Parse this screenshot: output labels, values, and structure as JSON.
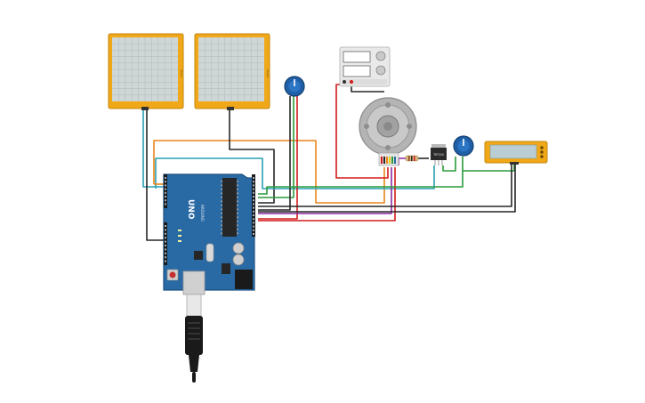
{
  "board": {
    "brand": "UNO",
    "maker": "ARDUINO"
  },
  "scopes": {
    "scope_1_label": "Scope",
    "scope_2_label": "Scope"
  },
  "driver": {
    "label": "TIP120"
  },
  "colors": {
    "scope_frame": "#f0a818",
    "scope_screen": "#cfd6d6",
    "board_blue": "#2a6aa4",
    "wire_orange": "#e8861c",
    "wire_teal": "#2aa0b4",
    "wire_green": "#2a9a3a",
    "wire_red": "#d41c1c",
    "wire_dark": "#262626",
    "wire_purple": "#8a2aa0",
    "knob_blue": "#1f5fa8",
    "lcd_frame": "#f0a818",
    "lcd_screen": "#b9cdd2"
  },
  "icons": {
    "potentiometer": "potentiometer-icon",
    "motor": "dc-motor-encoder-icon",
    "power_supply": "power-supply-icon",
    "usb": "usb-cable-icon"
  }
}
